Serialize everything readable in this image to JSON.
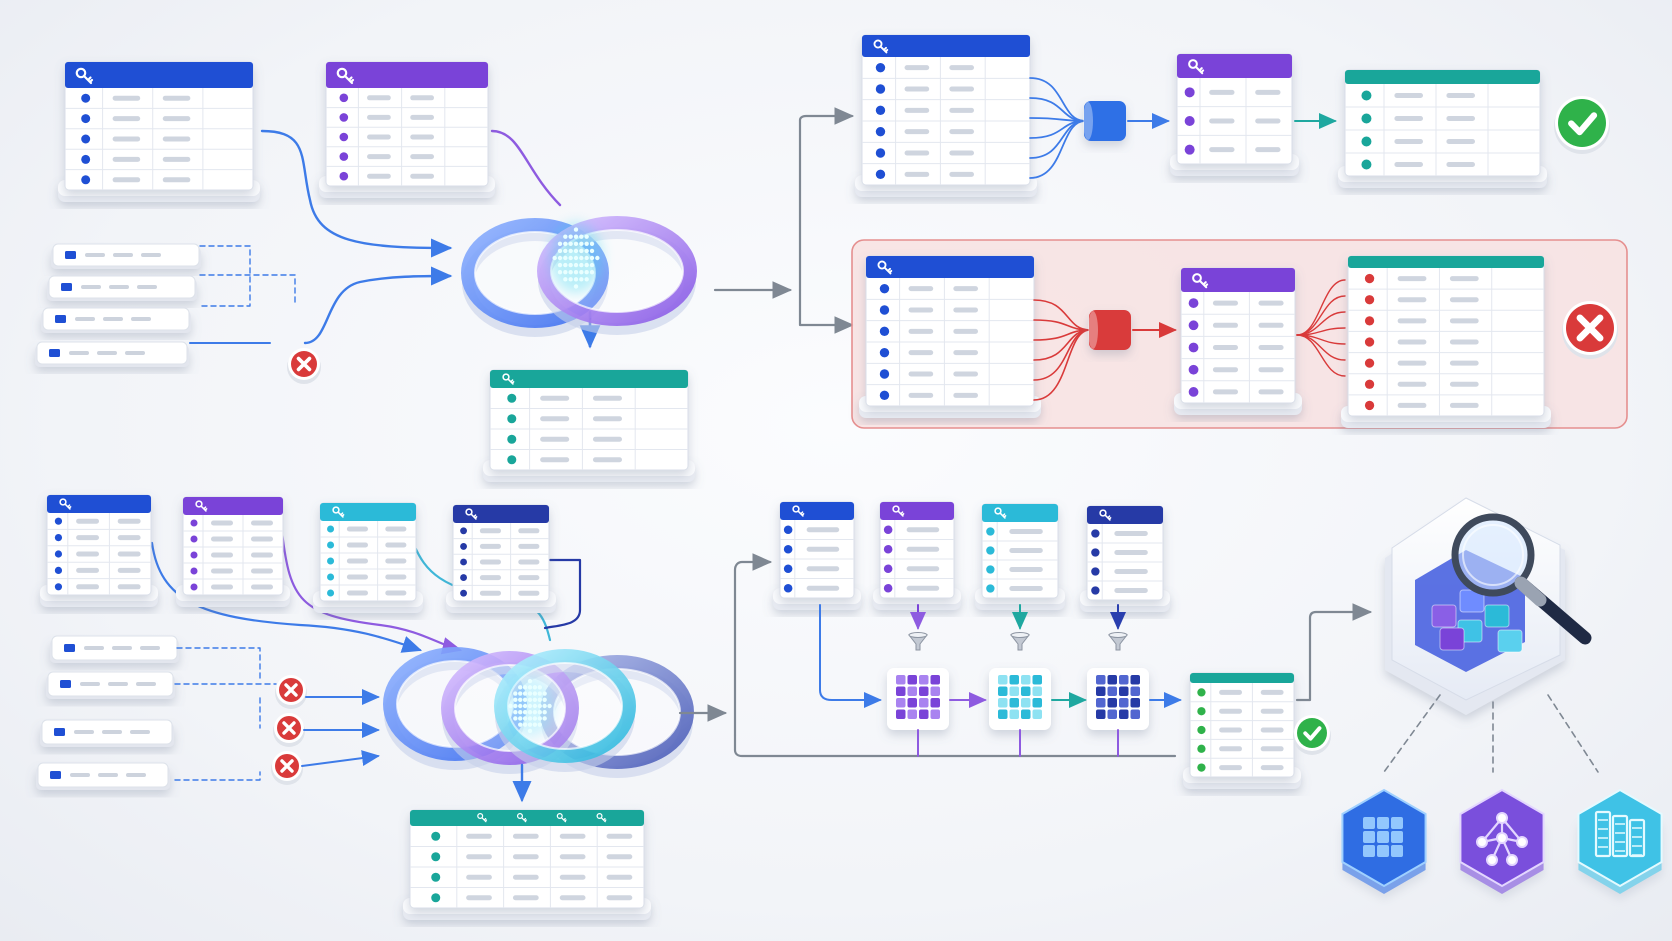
{
  "colors": {
    "background": "#f1f3f8",
    "header_blue": "#1f4fd4",
    "header_purple": "#7a43d8",
    "header_teal": "#19a69a",
    "header_cyan": "#2bbad8",
    "header_navy": "#263aa6",
    "line_blue": "#3d7be8",
    "line_purple": "#8e5be0",
    "line_gray": "#7f8893",
    "error_red": "#d93a3a",
    "success_green": "#2fb24a",
    "error_zone_fill": "#f8e4e4",
    "error_zone_stroke": "#e58a8a"
  },
  "icons": {
    "key": "key-icon",
    "error": "x-circle-icon",
    "success": "check-circle-icon",
    "magnifier": "magnifying-glass-icon",
    "funnel": "funnel-icon",
    "cube": "cube-icon",
    "network": "network-icon",
    "buildings": "buildings-icon"
  },
  "diagram": {
    "sections": [
      {
        "id": "inner-join",
        "tables": 2,
        "flat_records": 4,
        "rejected_records": 1,
        "output_key_columns": 1
      },
      {
        "id": "validation",
        "outcomes": [
          "success",
          "failure"
        ]
      },
      {
        "id": "multi-join",
        "tables": 4,
        "flat_records": 4,
        "rejected_records": 3,
        "output_key_columns": 4
      },
      {
        "id": "aggregation",
        "tables": 4,
        "filter_stages": 3,
        "result_targets": 3
      }
    ]
  }
}
